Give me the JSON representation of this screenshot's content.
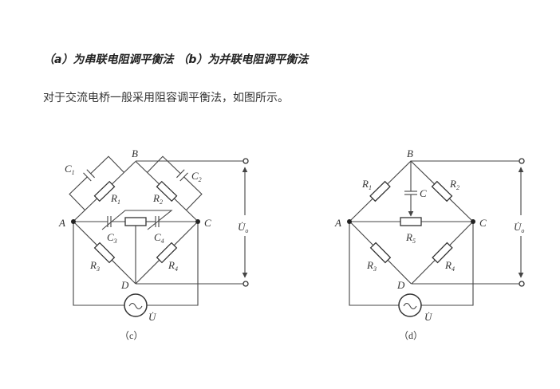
{
  "heading": "（a）为串联电阻调平衡法 （b）为并联电阻调平衡法",
  "paragraph": "对于交流电桥一般采用阻容调平衡法，如图所示。",
  "figure_c": {
    "caption": "（c）",
    "nodes": {
      "A": "A",
      "B": "B",
      "C": "C",
      "D": "D"
    },
    "R1": {
      "l": "R",
      "s": "1"
    },
    "R2": {
      "l": "R",
      "s": "2"
    },
    "R3": {
      "l": "R",
      "s": "3"
    },
    "R4": {
      "l": "R",
      "s": "4"
    },
    "C1": {
      "l": "C",
      "s": "1"
    },
    "C2": {
      "l": "C",
      "s": "2"
    },
    "C3": {
      "l": "C",
      "s": "3"
    },
    "C4": {
      "l": "C",
      "s": "4"
    },
    "source": "U̇",
    "output": {
      "l": "U̇",
      "s": "o"
    }
  },
  "figure_d": {
    "caption": "（d）",
    "nodes": {
      "A": "A",
      "B": "B",
      "C": "C",
      "D": "D"
    },
    "R1": {
      "l": "R",
      "s": "1"
    },
    "R2": {
      "l": "R",
      "s": "2"
    },
    "R3": {
      "l": "R",
      "s": "3"
    },
    "R4": {
      "l": "R",
      "s": "4"
    },
    "R5": {
      "l": "R",
      "s": "5"
    },
    "C": "C",
    "source": "U̇",
    "output": {
      "l": "U̇",
      "s": "o"
    }
  }
}
